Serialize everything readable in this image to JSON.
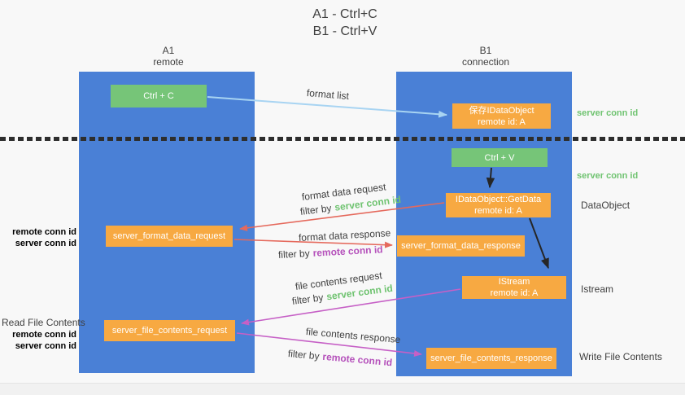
{
  "colors": {
    "bg": "#f8f8f8",
    "column": "#4a80d6",
    "green": "#76c578",
    "orange": "#f7a942",
    "green_text": "#6fc370",
    "purple_text": "#b551bb",
    "salmon": "#e5695c",
    "magenta": "#c660c6",
    "lightblue": "#a8d4f2",
    "dark": "#262626",
    "text": "#3f3f3f"
  },
  "title": {
    "line1": "A1 - Ctrl+C",
    "line2": "B1 - Ctrl+V"
  },
  "lifelines": {
    "a1": {
      "title": "A1",
      "subtitle": "remote"
    },
    "b1": {
      "title": "B1",
      "subtitle": "connection"
    }
  },
  "nodes": {
    "ctrl_c": {
      "label": "Ctrl + C"
    },
    "ctrl_v": {
      "label": "Ctrl + V"
    },
    "save_idataobject": {
      "line1": "保存IDataObject",
      "line2": "remote id: A"
    },
    "getdata": {
      "line1": "IDataObject::GetData",
      "line2": "remote id: A"
    },
    "format_request": {
      "label": "server_format_data_request"
    },
    "format_response": {
      "label": "server_format_data_response"
    },
    "istream": {
      "line1": "IStream",
      "line2": "remote id: A"
    },
    "file_request": {
      "label": "server_file_contents_request"
    },
    "file_response": {
      "label": "server_file_contents_response"
    }
  },
  "right_labels": {
    "server_conn_id_1": "server conn id",
    "server_conn_id_2": "server conn id",
    "dataobject": "DataObject",
    "istream": "Istream",
    "write_file_contents": "Write File Contents"
  },
  "left_labels": {
    "remote_conn_id_1": "remote conn id",
    "server_conn_id_1": "server conn id",
    "read_file_contents": "Read File Contents",
    "remote_conn_id_2": "remote conn id",
    "server_conn_id_2": "server conn id"
  },
  "edge_labels": {
    "format_list": "format list",
    "format_data_request": "format data request",
    "format_data_response": "format data response",
    "file_contents_request": "file contents request",
    "file_contents_response": "file contents response",
    "filter_by": "filter by",
    "server_conn_id": "server conn id",
    "remote_conn_id": "remote conn id"
  }
}
